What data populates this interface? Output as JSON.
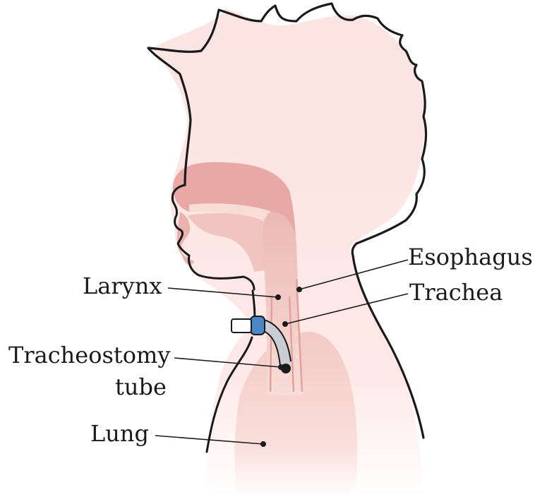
{
  "labels": {
    "esophagus": "Esophagus",
    "trachea": "Trachea",
    "larynx": "Larynx",
    "tracheostomy_line1": "Tracheostomy",
    "tracheostomy_line2": "tube",
    "lung": "Lung"
  },
  "colors": {
    "outline": "#1a1a1a",
    "skin": "#fbe5e3",
    "mouth_tissue": "#e7a7a5",
    "airway": "#f0c4c0",
    "lung": "#f6d3cf",
    "tube_blue": "#4d86c6",
    "tube_gray": "#b9bdc3",
    "cartilage": "#f6e2c4"
  }
}
